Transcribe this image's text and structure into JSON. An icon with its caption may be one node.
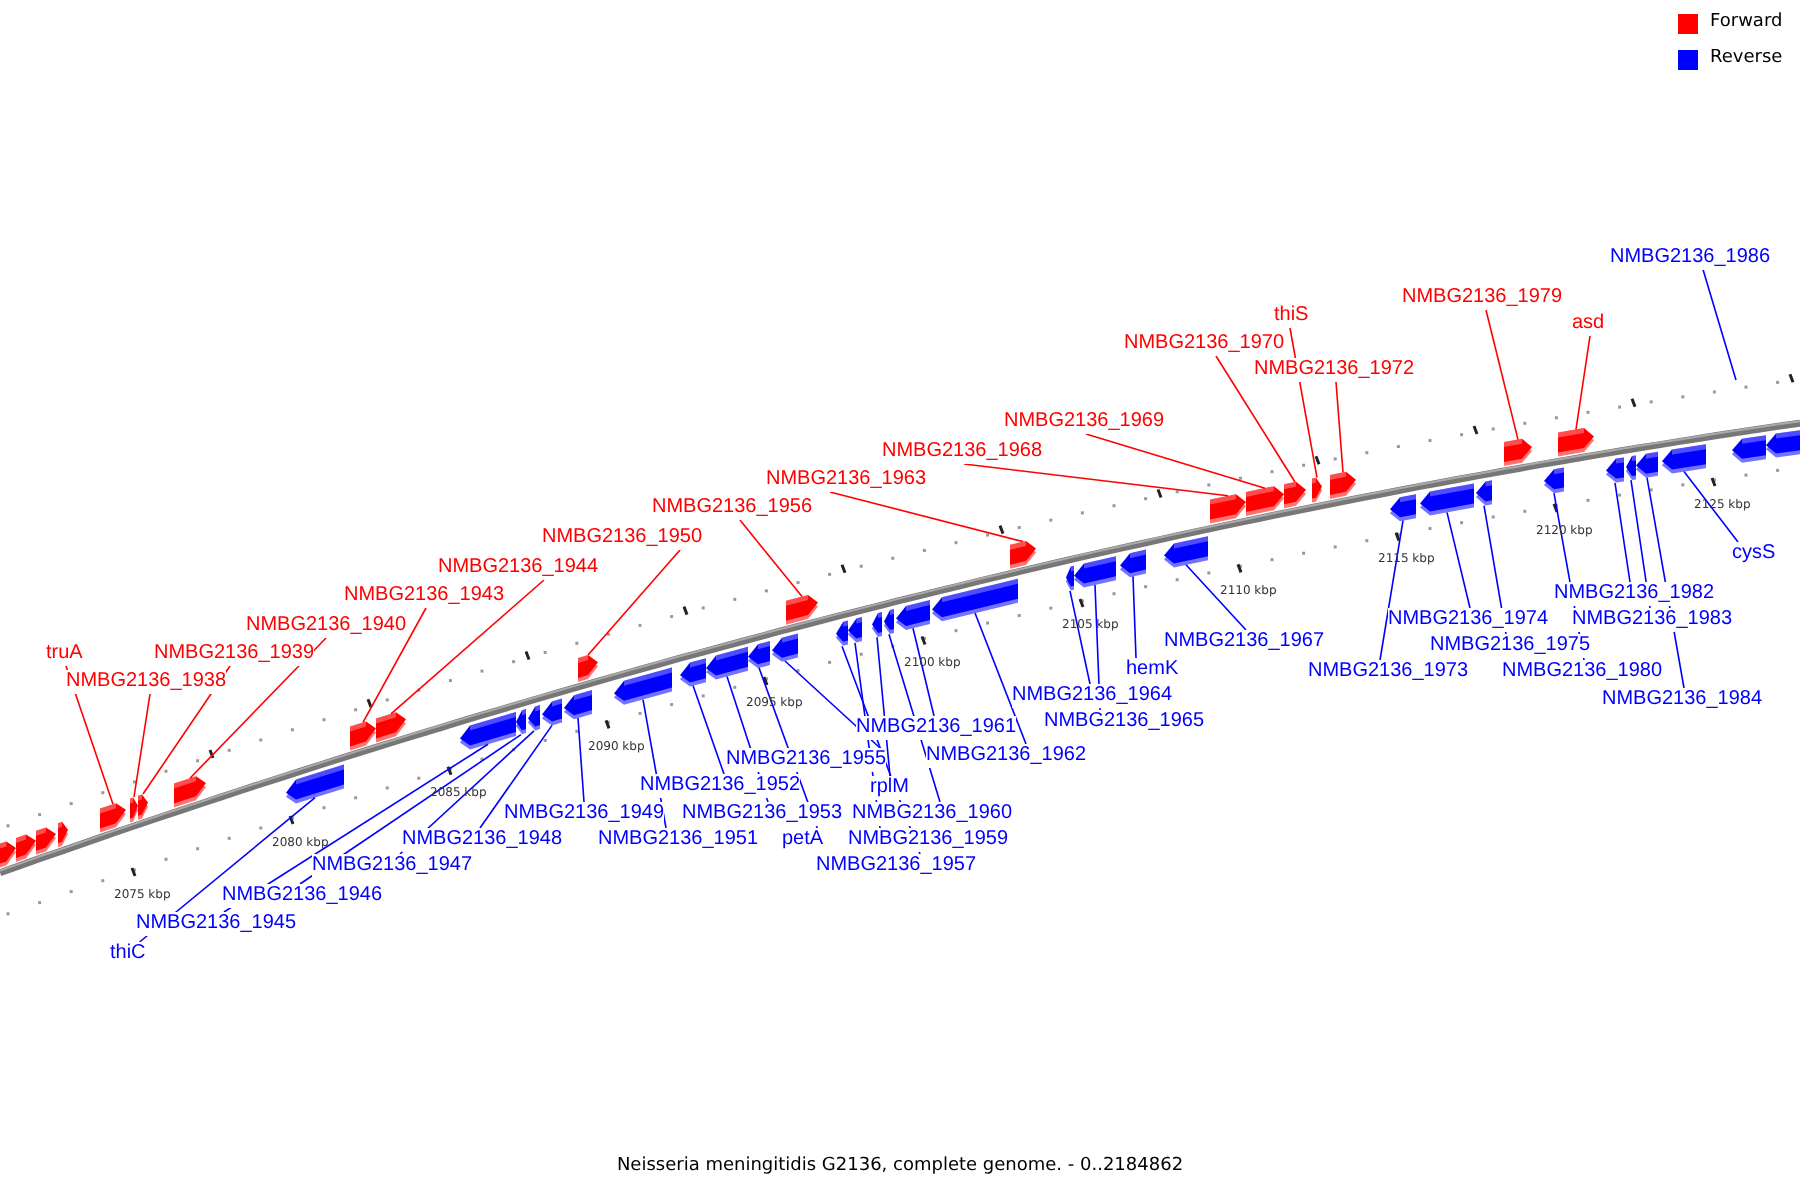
{
  "diagram": {
    "caption": "Neisseria meningitidis G2136, complete genome. - 0..2184862",
    "nodes": [
      {
        "text": [],
        "shape": "arrow"
      },
      {
        "text": [],
        "shape": "arrow"
      },
      {
        "text": [],
        "shape": "arrow"
      },
      {
        "text": [],
        "shape": "arrow"
      },
      {
        "text": [],
        "shape": "arrow"
      },
      {
        "text": [],
        "shape": "arrow"
      },
      {
        "text": [],
        "shape": "arrow"
      },
      {
        "text": [],
        "shape": "arrow"
      },
      {
        "text": [],
        "shape": "arrow"
      },
      {
        "text": [],
        "shape": "arrow"
      },
      {
        "text": [],
        "shape": "arrow"
      },
      {
        "text": [],
        "shape": "arrow"
      },
      {
        "text": [],
        "shape": "arrow"
      },
      {
        "text": [],
        "shape": "arrow"
      },
      {
        "text": [],
        "shape": "arrow"
      },
      {
        "text": [],
        "shape": "arrow"
      },
      {
        "text": [],
        "shape": "arrow"
      },
      {
        "text": [],
        "shape": "arrow"
      },
      {
        "text": [],
        "shape": "arrow"
      },
      {
        "text": [],
        "shape": "arrow"
      },
      {
        "text": [],
        "shape": "arrow"
      },
      {
        "text": [],
        "shape": "arrow"
      },
      {
        "text": [],
        "shape": "arrow"
      },
      {
        "text": [],
        "shape": "arrow"
      },
      {
        "text": [],
        "shape": "arrow"
      },
      {
        "text": [],
        "shape": "arrow"
      },
      {
        "text": [],
        "shape": "arrow"
      },
      {
        "text": [],
        "shape": "arrow"
      },
      {
        "text": [],
        "shape": "arrow"
      },
      {
        "text": [],
        "shape": "arrow"
      },
      {
        "text": [],
        "shape": "arrow"
      },
      {
        "text": [],
        "shape": "arrow"
      },
      {
        "text": [],
        "shape": "arrow"
      },
      {
        "text": [],
        "shape": "arrow"
      },
      {
        "text": [],
        "shape": "arrow"
      },
      {
        "text": [],
        "shape": "arrow"
      },
      {
        "text": [],
        "shape": "arrow"
      },
      {
        "text": [],
        "shape": "arrow"
      },
      {
        "text": [],
        "shape": "arrow"
      },
      {
        "text": [],
        "shape": "arrow"
      },
      {
        "text": [],
        "shape": "arrow"
      },
      {
        "text": [],
        "shape": "arrow"
      },
      {
        "text": [],
        "shape": "arrow"
      },
      {
        "text": [],
        "shape": "arrow"
      },
      {
        "text": [],
        "shape": "arrow"
      },
      {
        "text": [],
        "shape": "arrow"
      },
      {
        "text": [],
        "shape": "arrow"
      },
      {
        "text": [],
        "shape": "arrow"
      },
      {
        "text": [],
        "shape": "arrow"
      },
      {
        "text": [],
        "shape": "arrow"
      },
      {
        "text": [],
        "shape": "arrow"
      },
      {
        "text": [
          "NMBG2136_1986"
        ]
      },
      {
        "text": [
          "NMBG2136_1979"
        ]
      },
      {
        "text": [
          "thiS"
        ]
      },
      {
        "text": [
          "asd"
        ]
      },
      {
        "text": [
          "NMBG2136_1970"
        ]
      },
      {
        "text": [
          "NMBG2136_1972"
        ]
      },
      {
        "text": [
          "NMBG2136_1969"
        ]
      },
      {
        "text": [
          "NMBG2136_1968"
        ]
      },
      {
        "text": [
          "NMBG2136_1963"
        ]
      },
      {
        "text": [
          "NMBG2136_1956"
        ]
      },
      {
        "text": [
          "NMBG2136_1950"
        ]
      },
      {
        "text": [
          "cysS"
        ]
      },
      {
        "text": [
          "NMBG2136_1944"
        ]
      },
      {
        "text": [
          "NMBG2136_1982"
        ]
      },
      {
        "text": [
          "NMBG2136_1943"
        ]
      },
      {
        "text": [
          "NMBG2136_1974"
        ]
      },
      {
        "text": [
          "NMBG2136_1983"
        ]
      },
      {
        "text": [
          "NMBG2136_1940"
        ]
      },
      {
        "text": [
          "NMBG2136_1967"
        ]
      },
      {
        "text": [
          "truA"
        ]
      },
      {
        "text": [
          "NMBG2136_1939"
        ]
      },
      {
        "text": [
          "NMBG2136_1975"
        ]
      },
      {
        "text": [
          "hemK"
        ]
      },
      {
        "text": [
          "NMBG2136_1973"
        ]
      },
      {
        "text": [
          "NMBG2136_1980"
        ]
      },
      {
        "text": [
          "NMBG2136_1938"
        ]
      },
      {
        "text": [
          "NMBG2136_1964"
        ]
      },
      {
        "text": [
          "NMBG2136_1984"
        ]
      },
      {
        "text": [
          "NMBG2136_1965"
        ]
      },
      {
        "text": [
          "NMBG2136_1961"
        ]
      },
      {
        "text": [
          "NMBG2136_1962"
        ]
      },
      {
        "text": [
          "NMBG2136_1955"
        ]
      },
      {
        "text": [
          "NMBG2136_1952"
        ]
      },
      {
        "text": [
          "rplM"
        ]
      },
      {
        "text": [
          "NMBG2136_1949"
        ]
      },
      {
        "text": [
          "NMBG2136_1953"
        ]
      },
      {
        "text": [
          "NMBG2136_1960"
        ]
      },
      {
        "text": [
          "NMBG2136_1948"
        ]
      },
      {
        "text": [
          "NMBG2136_1951"
        ]
      },
      {
        "text": [
          "petA"
        ]
      },
      {
        "text": [
          "NMBG2136_1959"
        ]
      },
      {
        "text": [
          "NMBG2136_1947"
        ]
      },
      {
        "text": [
          "NMBG2136_1957"
        ]
      },
      {
        "text": [
          "NMBG2136_1946"
        ]
      },
      {
        "text": [
          "NMBG2136_1945"
        ]
      },
      {
        "text": [
          "thiC"
        ]
      }
    ],
    "edges": [
      {
        "from": 51,
        "to": null,
        "arrow": "none"
      },
      {
        "from": 52,
        "to": 42,
        "arrow": "none",
        "color": "#ff0000"
      },
      {
        "from": 53,
        "to": 37,
        "arrow": "none",
        "color": "#ff0000"
      },
      {
        "from": 54,
        "to": 44,
        "arrow": "none",
        "color": "#ff0000"
      },
      {
        "from": 55,
        "to": 36,
        "arrow": "none",
        "color": "#ff0000"
      },
      {
        "from": 56,
        "to": 38,
        "arrow": "none",
        "color": "#ff0000"
      },
      {
        "from": 57,
        "to": 35,
        "arrow": "none",
        "color": "#ff0000"
      },
      {
        "from": 58,
        "to": 34,
        "arrow": "none",
        "color": "#ff0000"
      },
      {
        "from": 59,
        "to": 29,
        "arrow": "none",
        "color": "#ff0000"
      },
      {
        "from": 60,
        "to": 22,
        "arrow": "none",
        "color": "#ff0000"
      },
      {
        "from": 61,
        "to": 16,
        "arrow": "none",
        "color": "#ff0000"
      },
      {
        "from": 62,
        "to": 48,
        "arrow": "none"
      },
      {
        "from": 63,
        "to": 10,
        "arrow": "none",
        "color": "#ff0000"
      },
      {
        "from": 64,
        "to": 45,
        "arrow": "none"
      },
      {
        "from": 65,
        "to": 9,
        "arrow": "none",
        "color": "#ff0000"
      },
      {
        "from": 66,
        "to": 40,
        "arrow": "none"
      },
      {
        "from": 67,
        "to": 46,
        "arrow": "none"
      },
      {
        "from": 68,
        "to": 7,
        "arrow": "none",
        "color": "#ff0000"
      },
      {
        "from": 69,
        "to": 33,
        "arrow": "none"
      },
      {
        "from": 70,
        "to": 4,
        "arrow": "none",
        "color": "#ff0000"
      },
      {
        "from": 71,
        "to": 6,
        "arrow": "none",
        "color": "#ff0000"
      },
      {
        "from": 72,
        "to": 41,
        "arrow": "none"
      },
      {
        "from": 73,
        "to": 32,
        "arrow": "none"
      },
      {
        "from": 74,
        "to": 39,
        "arrow": "none"
      },
      {
        "from": 75,
        "to": 43,
        "arrow": "none"
      },
      {
        "from": 76,
        "to": 5,
        "arrow": "none",
        "color": "#ff0000"
      },
      {
        "from": 77,
        "to": 30,
        "arrow": "none"
      },
      {
        "from": 78,
        "to": 47,
        "arrow": "none"
      },
      {
        "from": 79,
        "to": 31,
        "arrow": "none"
      },
      {
        "from": 80,
        "to": 27,
        "arrow": "none"
      },
      {
        "from": 81,
        "to": 28,
        "arrow": "none"
      },
      {
        "from": 82,
        "to": 21,
        "arrow": "none"
      },
      {
        "from": 83,
        "to": 18,
        "arrow": "none"
      },
      {
        "from": 84,
        "to": 25,
        "arrow": "none"
      },
      {
        "from": 85,
        "to": 15,
        "arrow": "none"
      },
      {
        "from": 86,
        "to": 19,
        "arrow": "none"
      },
      {
        "from": 87,
        "to": 26,
        "arrow": "none"
      },
      {
        "from": 88,
        "to": 14,
        "arrow": "none"
      },
      {
        "from": 89,
        "to": 17,
        "arrow": "none"
      },
      {
        "from": 90,
        "to": 20,
        "arrow": "none"
      },
      {
        "from": 91,
        "to": 24,
        "arrow": "none"
      },
      {
        "from": 92,
        "to": 13,
        "arrow": "none"
      },
      {
        "from": 93,
        "to": 23,
        "arrow": "none"
      },
      {
        "from": 94,
        "to": 12,
        "arrow": "none"
      },
      {
        "from": 95,
        "to": 11,
        "arrow": "none"
      },
      {
        "from": 96,
        "to": 8,
        "arrow": "none"
      }
    ],
    "labels": [
      "2075 kbp",
      "2080 kbp",
      "2085 kbp",
      "2090 kbp",
      "2095 kbp",
      "2100 kbp",
      "2105 kbp",
      "2110 kbp",
      "2115 kbp",
      "2120 kbp",
      "2125 kbp"
    ],
    "legend": [
      {
        "text": "Forward",
        "color": "#ff0000"
      },
      {
        "text": "Reverse",
        "color": "#0000ff"
      }
    ]
  }
}
